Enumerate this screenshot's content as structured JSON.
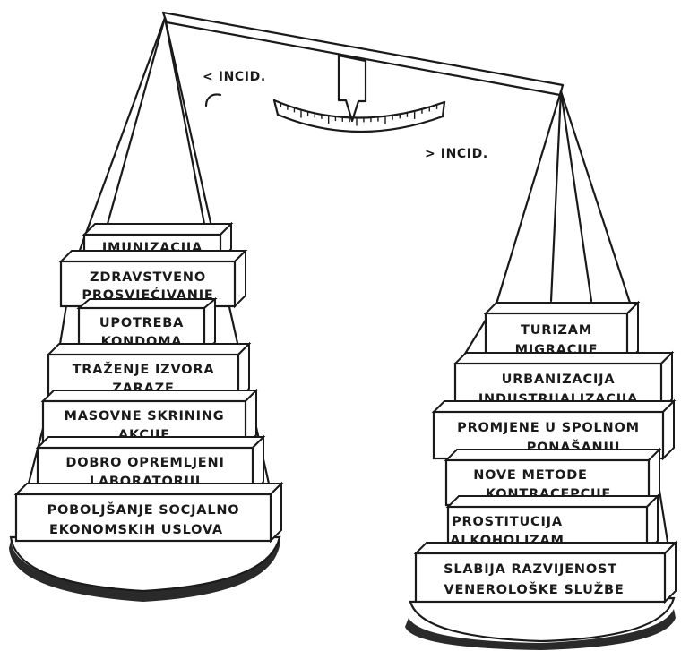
{
  "labels": {
    "lower_incidence": "< INCID.",
    "higher_incidence": "> INCID."
  },
  "left_pan": {
    "factors": [
      {
        "line1": "IMUNIZACIJA",
        "line2": ""
      },
      {
        "line1": "ZDRAVSTVENO",
        "line2": "PROSVJEĆIVANJE"
      },
      {
        "line1": "UPOTREBA",
        "line2": "KONDOMA"
      },
      {
        "line1": "TRAŽENJE IZVORA",
        "line2": "ZARAZE"
      },
      {
        "line1": "MASOVNE SKRINING",
        "line2": "AKCIJE"
      },
      {
        "line1": "DOBRO OPREMLJENI",
        "line2": "LABORATORIJI"
      },
      {
        "line1": "POBOLJŠANJE SOCJALNO",
        "line2": "EKONOMSKIH USLOVA"
      }
    ]
  },
  "right_pan": {
    "factors": [
      {
        "line1": "TURIZAM",
        "line2": "MIGRACIJE"
      },
      {
        "line1": "URBANIZACIJA",
        "line2": "INDUSTRIJALIZACIJA"
      },
      {
        "line1": "PROMJENE U SPOLNOM",
        "line2": "PONAŠANJU"
      },
      {
        "line1": "NOVE METODE",
        "line2": "KONTRACEPCIJE"
      },
      {
        "line1": "PROSTITUCIJA",
        "line2": "ALKOHOLIZAM"
      },
      {
        "line1": "SLABIJA RAZVIJENOST",
        "line2": "VENEROLOŠKE SLUŽBE"
      }
    ]
  }
}
